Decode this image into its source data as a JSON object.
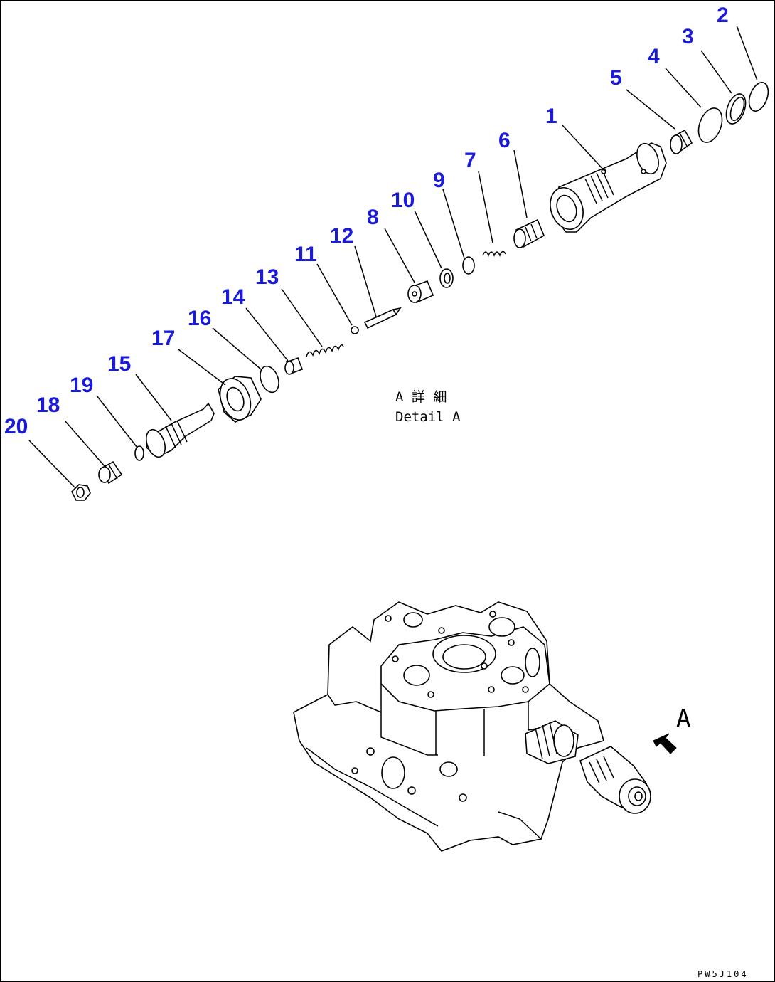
{
  "callouts": [
    "1",
    "2",
    "3",
    "4",
    "5",
    "6",
    "7",
    "8",
    "9",
    "10",
    "11",
    "12",
    "13",
    "14",
    "15",
    "16",
    "17",
    "18",
    "19",
    "20"
  ],
  "detail_caption": {
    "line1": "A 詳 細",
    "line2": "Detail A"
  },
  "view_label": "A",
  "drawing_code": "PW5J104"
}
